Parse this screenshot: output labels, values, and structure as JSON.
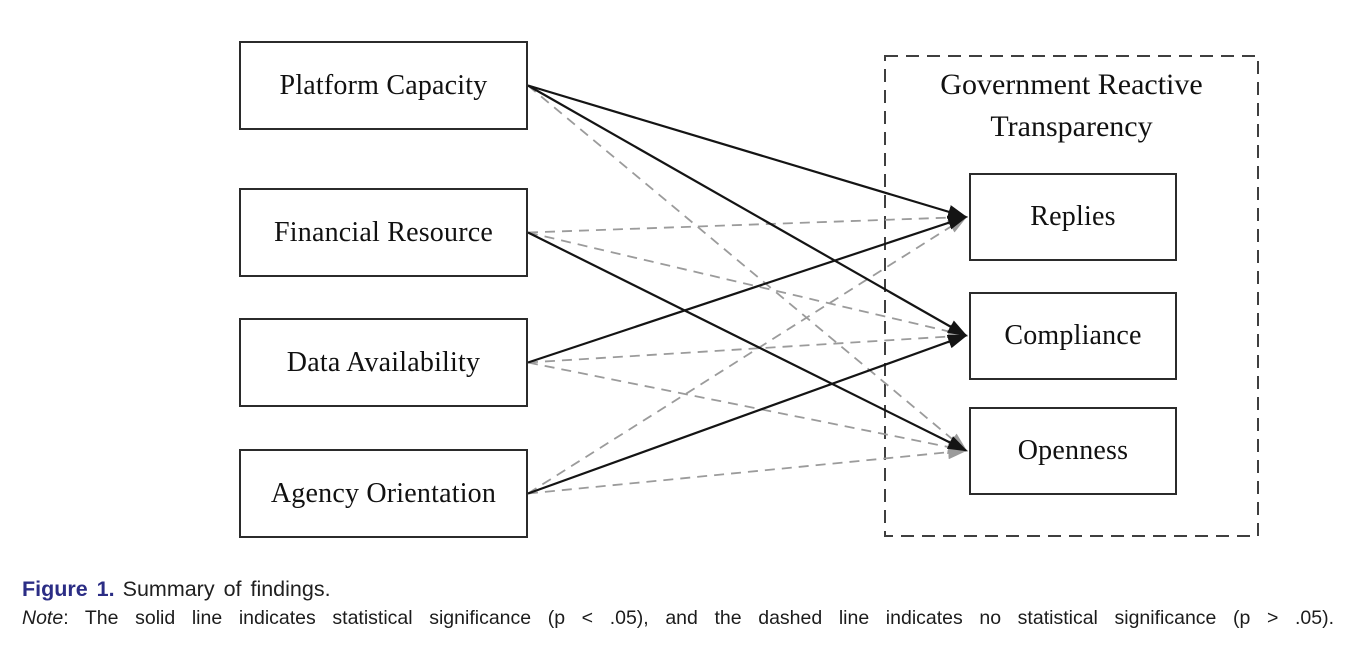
{
  "diagram": {
    "left_nodes": [
      {
        "id": "platform_capacity",
        "label": "Platform Capacity"
      },
      {
        "id": "financial_resource",
        "label": "Financial Resource"
      },
      {
        "id": "data_availability",
        "label": "Data Availability"
      },
      {
        "id": "agency_orientation",
        "label": "Agency Orientation"
      }
    ],
    "group": {
      "title_line1": "Government Reactive",
      "title_line2": "Transparency",
      "nodes": [
        {
          "id": "replies",
          "label": "Replies"
        },
        {
          "id": "compliance",
          "label": "Compliance"
        },
        {
          "id": "openness",
          "label": "Openness"
        }
      ]
    },
    "edges": [
      {
        "from": "platform_capacity",
        "to": "replies",
        "style": "solid"
      },
      {
        "from": "platform_capacity",
        "to": "compliance",
        "style": "solid"
      },
      {
        "from": "platform_capacity",
        "to": "openness",
        "style": "dashed"
      },
      {
        "from": "financial_resource",
        "to": "replies",
        "style": "dashed"
      },
      {
        "from": "financial_resource",
        "to": "compliance",
        "style": "dashed"
      },
      {
        "from": "financial_resource",
        "to": "openness",
        "style": "solid"
      },
      {
        "from": "data_availability",
        "to": "replies",
        "style": "solid"
      },
      {
        "from": "data_availability",
        "to": "compliance",
        "style": "dashed"
      },
      {
        "from": "data_availability",
        "to": "openness",
        "style": "dashed"
      },
      {
        "from": "agency_orientation",
        "to": "replies",
        "style": "dashed"
      },
      {
        "from": "agency_orientation",
        "to": "compliance",
        "style": "solid"
      },
      {
        "from": "agency_orientation",
        "to": "openness",
        "style": "dashed"
      }
    ],
    "colors": {
      "solid_line": "#141414",
      "dashed_line": "#9b9b9b",
      "box_border": "#2b2b2b",
      "group_border": "#3f3f3f"
    }
  },
  "caption": {
    "figure_label": "Figure 1.",
    "figure_title": "Summary of findings.",
    "note_label": "Note",
    "note_text": ": The solid line indicates statistical significance (p < .05), and the dashed line indicates no statistical significance (p > .05).",
    "label_color": "#2b2d85"
  }
}
